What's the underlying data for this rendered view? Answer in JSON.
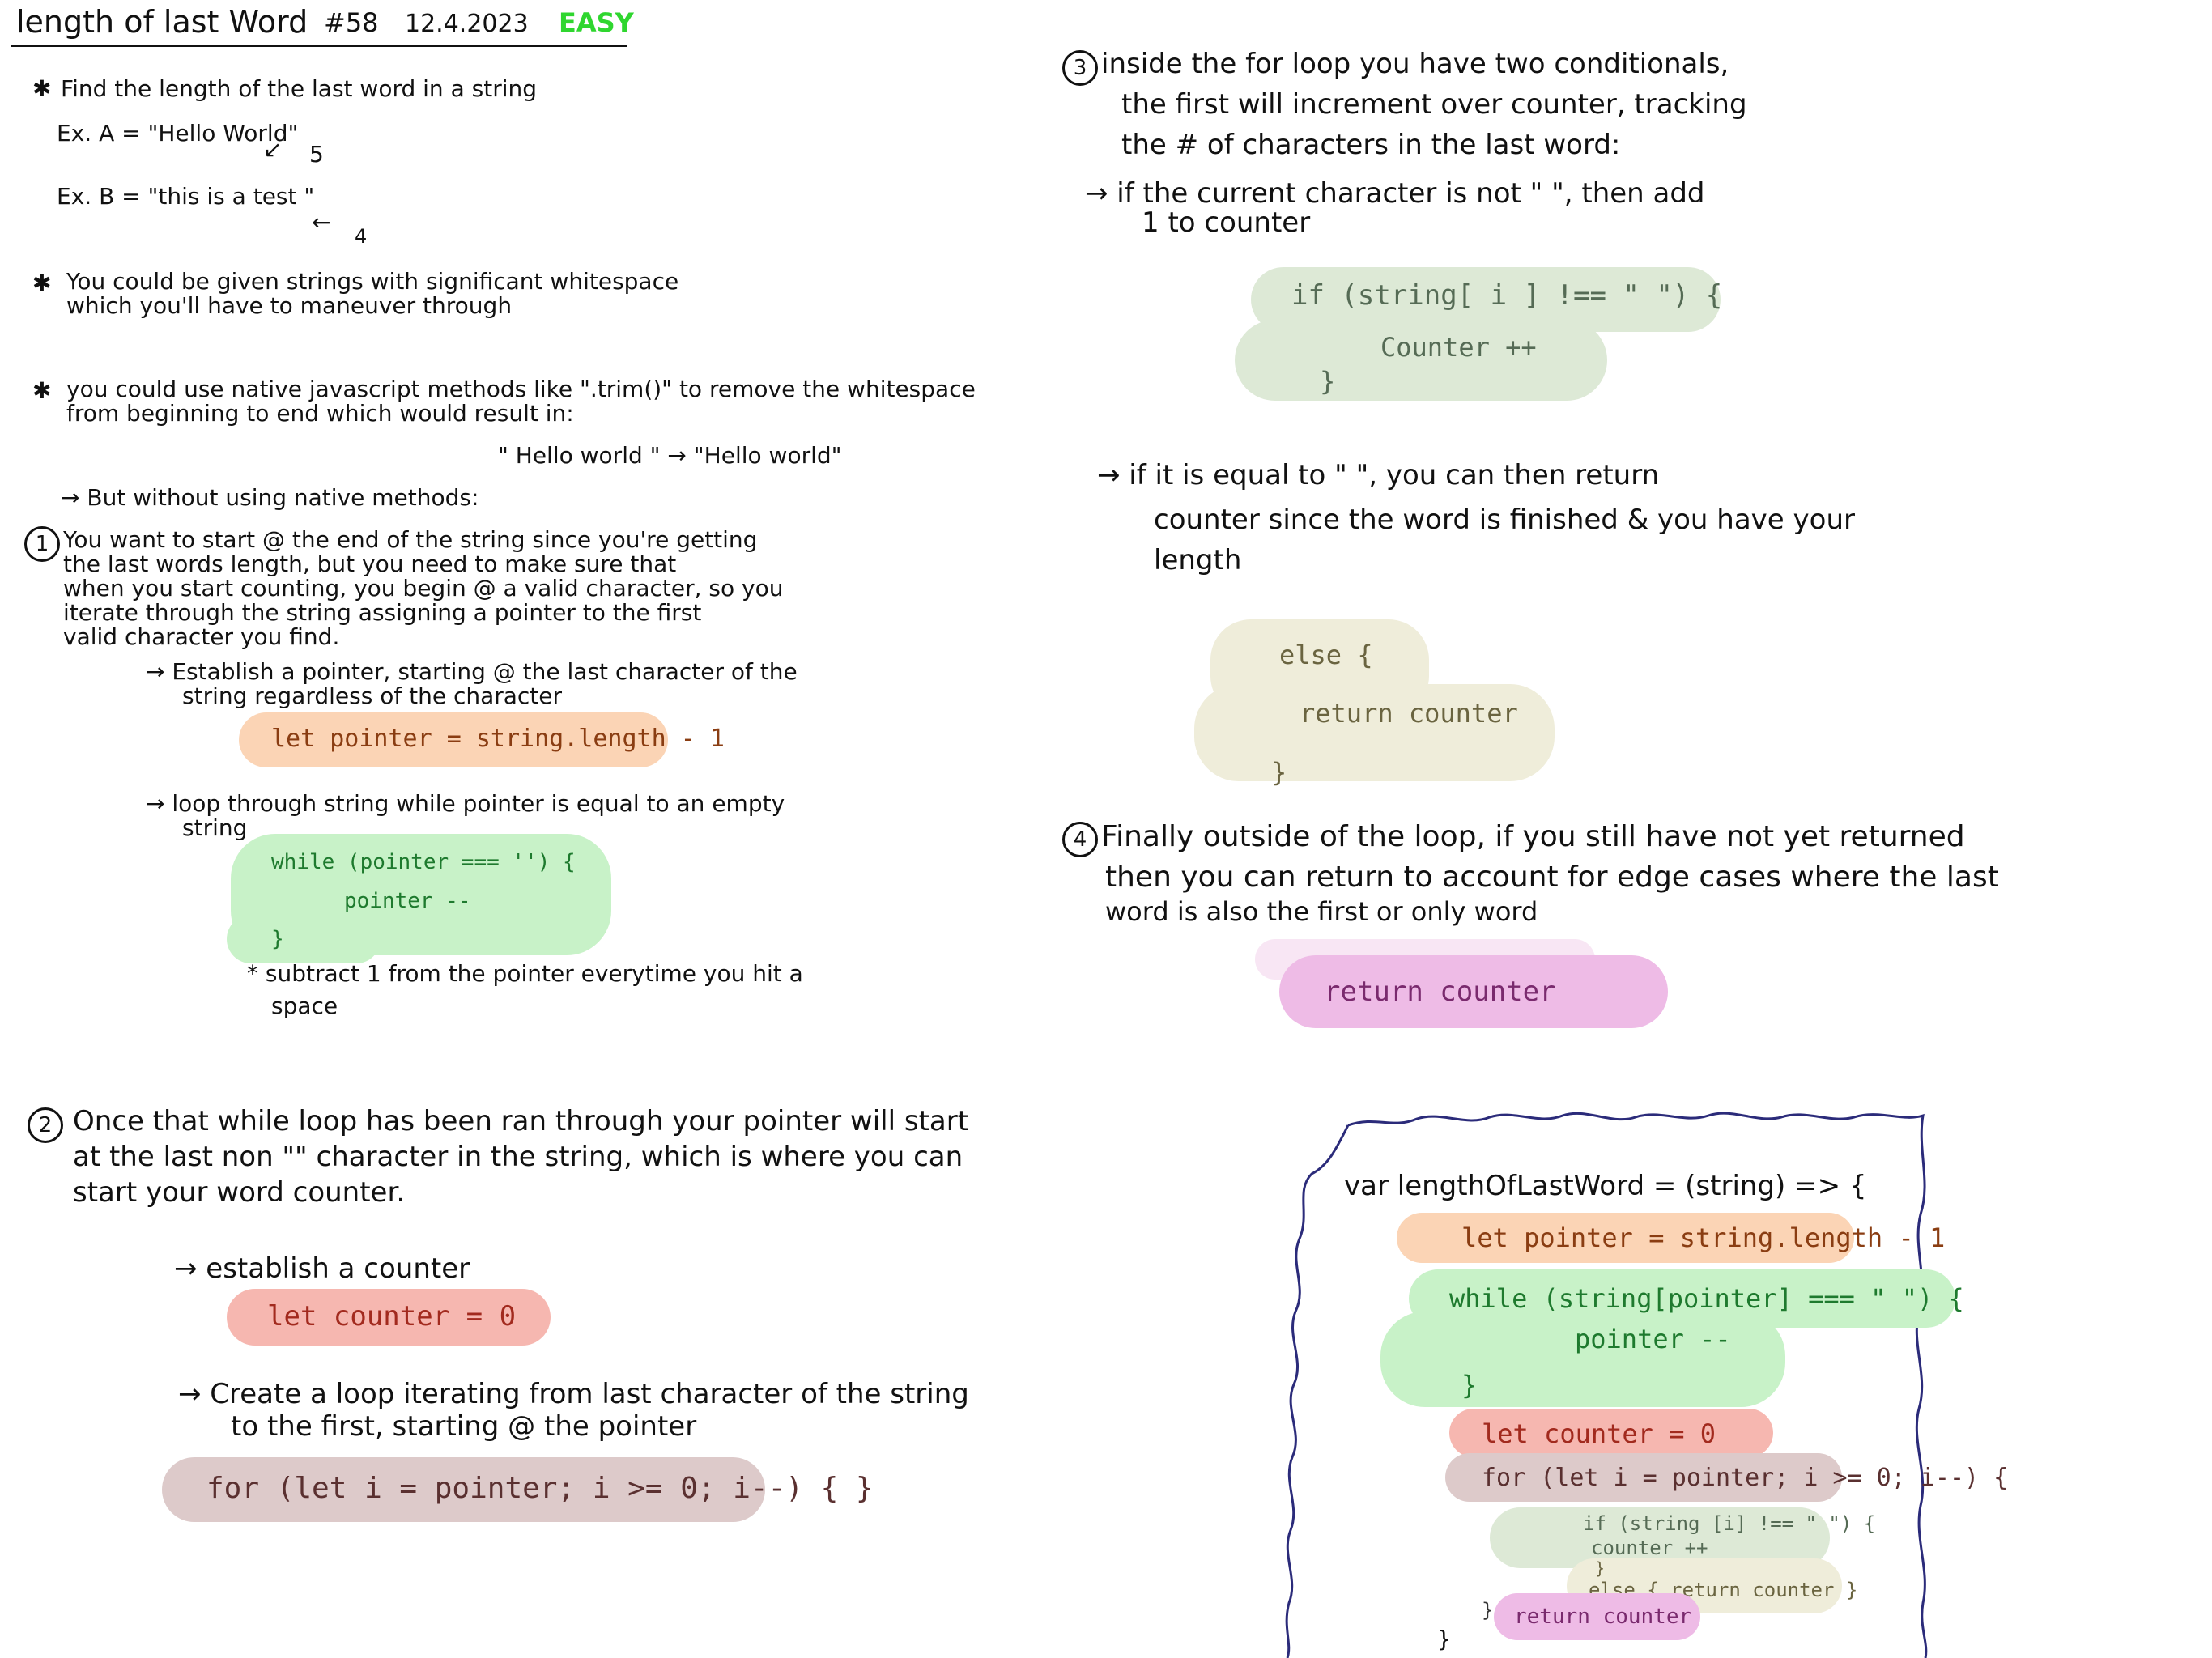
{
  "header": {
    "title": "length of last Word",
    "number": "#58",
    "date": "12.4.2023",
    "difficulty": "EASY",
    "difficulty_color": "#2fd62f"
  },
  "left": {
    "bullet1": "Find the length of the last word in a string",
    "exA_label": "Ex. A = \"Hello World\"",
    "exA_value": "5",
    "exB_label": "Ex. B = \"this is a test      \"",
    "exB_value": "4",
    "bullet2_l1": "You could be given strings with significant whitespace",
    "bullet2_l2": "which you'll have to maneuver through",
    "bullet3_l1": "you could use native javascript methods like \".trim()\" to remove the whitespace",
    "bullet3_l2": "from beginning to end which would result in:",
    "trim_example": "\"   Hello world     \"  →  \"Hello world\"",
    "but_without": "→ But without using native methods:",
    "step1_number": "1",
    "step1_l1": "You want to start @ the end of the string since you're getting",
    "step1_l2": "the last words length, but you need to make sure that",
    "step1_l3": "when you start counting, you begin @ a valid character, so you",
    "step1_l4": "iterate through the string assigning a pointer to the first",
    "step1_l5": "valid character you find.",
    "arrow_pointer_l1": "→ Establish a pointer, starting @ the last character of the",
    "arrow_pointer_l2": "string regardless of the character",
    "code_pointer": "let pointer = string.length - 1",
    "arrow_loop_l1": "→ loop through string while pointer is equal to an empty",
    "arrow_loop_l2": "string",
    "code_while_l1": "while (pointer === '') {",
    "code_while_l2": "pointer --",
    "code_while_l3": "}",
    "subtract_note_l1": "* subtract 1 from the pointer everytime you hit a",
    "subtract_note_l2": "space",
    "step2_number": "2",
    "step2_l1": "Once that while loop has been ran through your pointer will start",
    "step2_l2": "at the last non \"\" character in the string, which is where you can",
    "step2_l3": "start your word counter.",
    "arrow_counter": "→ establish a counter",
    "code_counter": "let counter = 0",
    "arrow_for_l1": "→ Create a loop iterating from last character of the string",
    "arrow_for_l2": "to the first, starting @ the pointer",
    "code_for": "for (let i = pointer; i >= 0; i--) { }"
  },
  "right": {
    "step3_number": "3",
    "step3_l1": "inside the for loop you have two conditionals,",
    "step3_l2": "the first will increment over counter, tracking",
    "step3_l3": "the # of characters in the last word:",
    "arrow_if_l1": "→ if the current character is not \" \", then add",
    "arrow_if_l2": "1 to counter",
    "code_if_l1": "if (string[ i ] !== \" \") {",
    "code_if_l2": "Counter ++",
    "code_if_l3": "}",
    "arrow_else_l1": "→ if it is equal to \" \", you can then return",
    "arrow_else_l2": "counter since the word is finished & you have your",
    "arrow_else_l3": "length",
    "code_else_l1": "else {",
    "code_else_l2": "return counter",
    "code_else_l3": "}",
    "step4_number": "4",
    "step4_l1": "Finally outside of the loop, if you still have not yet returned",
    "step4_l2": "then you can return to account for edge cases where the last",
    "step4_l3": "word is also the first or only word",
    "code_return": "return counter",
    "final_code": {
      "l1": "var lengthOfLastWord = (string) => {",
      "l2": "let pointer = string.length - 1",
      "l3": "while (string[pointer] === \" \") {",
      "l4": "pointer --",
      "l5": "}",
      "l6": "let counter = 0",
      "l7": "for (let i = pointer; i >= 0; i--) {",
      "l8": "if (string [i] !== \" \") {",
      "l9": "counter ++",
      "l10": "}",
      "l11": "else { return counter }",
      "l12": "}",
      "l13": "return counter",
      "l14": "}"
    }
  },
  "colors": {
    "orange_hl": "#fbd4b5",
    "orange_text": "#8a3d12",
    "green_hl": "#c8f2c8",
    "green_text": "#1e7a2e",
    "red_hl": "#f6b7b0",
    "red_text": "#a22a1e",
    "mauve_hl": "#ddcaca",
    "mauve_text": "#5a3030",
    "sage_hl": "#dde9d6",
    "sage_text": "#556b55",
    "cream_hl": "#efedda",
    "cream_text": "#6a6440",
    "pink_hl": "#eebbe6",
    "pink_text": "#7a2a6e",
    "frame_stroke": "#2b2b7a"
  }
}
